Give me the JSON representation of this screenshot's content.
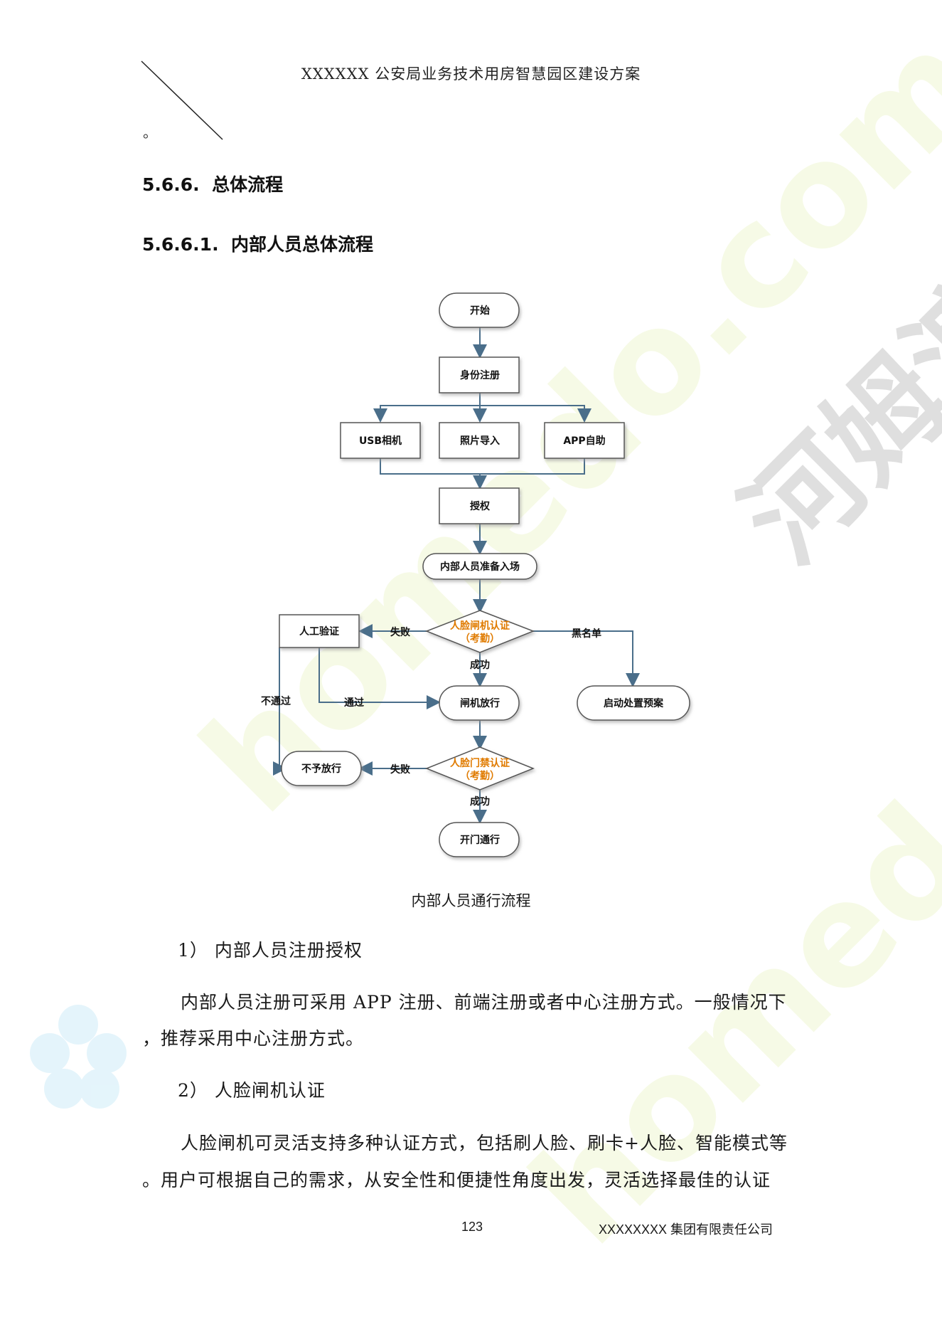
{
  "header": {
    "title": "XXXXXX 公安局业务技术用房智慧园区建设方案"
  },
  "mark": "。",
  "section": {
    "num": "5.6.6.",
    "title": "总体流程"
  },
  "subsection": {
    "num": "5.6.6.1.",
    "title": "内部人员总体流程"
  },
  "flowchart": {
    "start": "开始",
    "register": "身份注册",
    "usb": "USB相机",
    "photo": "照片导入",
    "app": "APP自助",
    "auth": "授权",
    "prepare": "内部人员准备入场",
    "gate_check_1": "人脸闸机认证",
    "gate_check_2": "（考勤）",
    "fail_label_1": "失败",
    "manual": "人工验证",
    "blacklist": "黑名单",
    "success_label_1": "成功",
    "no_pass_label": "不通过",
    "pass_label": "通过",
    "gate_release": "闸机放行",
    "alarm": "启动处置预案",
    "door_check_1": "人脸门禁认证",
    "door_check_2": "（考勤）",
    "fail_label_2": "失败",
    "deny": "不予放行",
    "success_label_2": "成功",
    "open": "开门通行"
  },
  "caption": "内部人员通行流程",
  "body": {
    "item1_title": "1） 内部人员注册授权",
    "item1_line1": "内部人员注册可采用 APP 注册、前端注册或者中心注册方式。一般情况下",
    "item1_line2": "，推荐采用中心注册方式。",
    "item2_title": "2） 人脸闸机认证",
    "item2_line1": "人脸闸机可灵活支持多种认证方式，包括刷人脸、刷卡+人脸、智能模式等",
    "item2_line2": "。用户可根据自己的需求，从安全性和便捷性角度出发，灵活选择最佳的认证"
  },
  "footer": {
    "page": "123",
    "company": "XXXXXXXX 集团有限责任公司"
  },
  "watermark": {
    "text1": "homedo.com",
    "text2": "河姆渡"
  }
}
